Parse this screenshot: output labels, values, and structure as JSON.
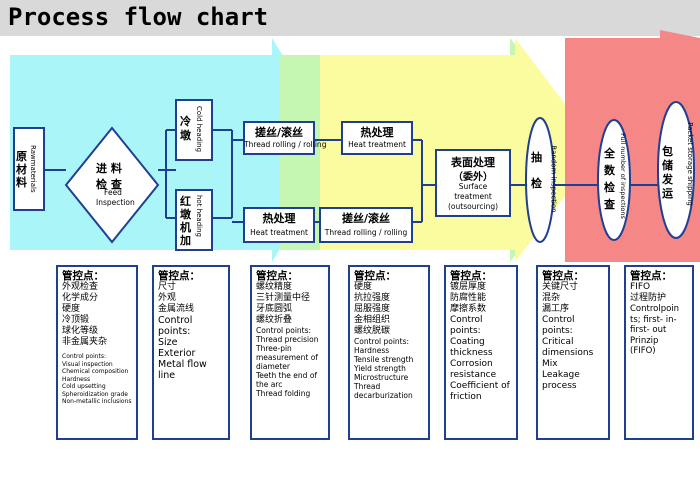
{
  "title": "Process flow chart",
  "colors": {
    "cyan": "#aaf5f8",
    "green": "#c6f7b2",
    "yellow": "#fbfba0",
    "red": "#f68787",
    "border": "#1f3f93"
  },
  "nodes": {
    "raw": {
      "zh": "原材料",
      "en": "Rawmaterials"
    },
    "feed": {
      "zh1": "进 料",
      "zh2": "检 查",
      "en": "Feed Inspection"
    },
    "cold": {
      "zh": "冷墩",
      "en": "Cold heading"
    },
    "hot": {
      "zh": "红墩机加",
      "en": "hot heading"
    },
    "tr1": {
      "zh": "搓丝/滚丝",
      "en": "Thread rolling / rolling"
    },
    "ht1": {
      "zh": "热处理",
      "en": "Heat treatment"
    },
    "ht2": {
      "zh": "热处理",
      "en": "Heat treatment"
    },
    "tr2": {
      "zh": "搓丝/滚丝",
      "en": "Thread rolling / rolling"
    },
    "surface": {
      "zh1": "表面处理",
      "zh2": "（委外）",
      "en": "Surface treatment (outsourcing)"
    },
    "random": {
      "zh": "抽检",
      "en": "Random inspection"
    },
    "full": {
      "zh": "全数检查",
      "en": "Full number of inspections"
    },
    "pack": {
      "zh": "包储 发运",
      "en": "Packet storage shipping"
    }
  },
  "control_points": [
    {
      "heading": "管控点：",
      "zh": "外观检查\n化学成分\n硬度\n冷顶锻\n球化等级\n非金属夹杂",
      "en": "Control points:\nVisual inspection\nChemical composition\nHardness\nCold upsetting\nSpheroidization grade\nNon-metallic inclusions"
    },
    {
      "heading": "管控点：",
      "zh": "尺寸\n外观\n金属流线",
      "en": "Control\npoints:\nSize\nExterior\nMetal flow\nline"
    },
    {
      "heading": "管控点：",
      "zh": "螺纹精度\n三针测量中径\n牙底圆弧\n螺纹折叠",
      "en": "Control points:\nThread precision\nThree-pin\nmeasurement of\ndiameter\nTeeth the end of\nthe arc\nThread folding"
    },
    {
      "heading": "管控点：",
      "zh": "硬度\n抗拉强度\n屈服强度\n金相组织\n螺纹脱碳",
      "en": "Control points:\nHardness\nTensile strength\nYield strength\nMicrostructure\nThread\ndecarburization"
    },
    {
      "heading": "管控点：",
      "zh": "镀层厚度\n防腐性能\n摩擦系数",
      "en": "Control\npoints:\nCoating\nthickness\nCorrosion\nresistance\nCoefficient of\nfriction"
    },
    {
      "heading": "管控点：",
      "zh": "关键尺寸\n混杂\n漏工序",
      "en": "Control\npoints:\nCritical\ndimensions\nMix\nLeakage\nprocess"
    },
    {
      "heading": "管控点：",
      "zh": "FIFO\n过程防护",
      "en": "Controlpoin\nts; first- in-\nfirst- out\nPrinzip\n(FIFO)"
    }
  ]
}
